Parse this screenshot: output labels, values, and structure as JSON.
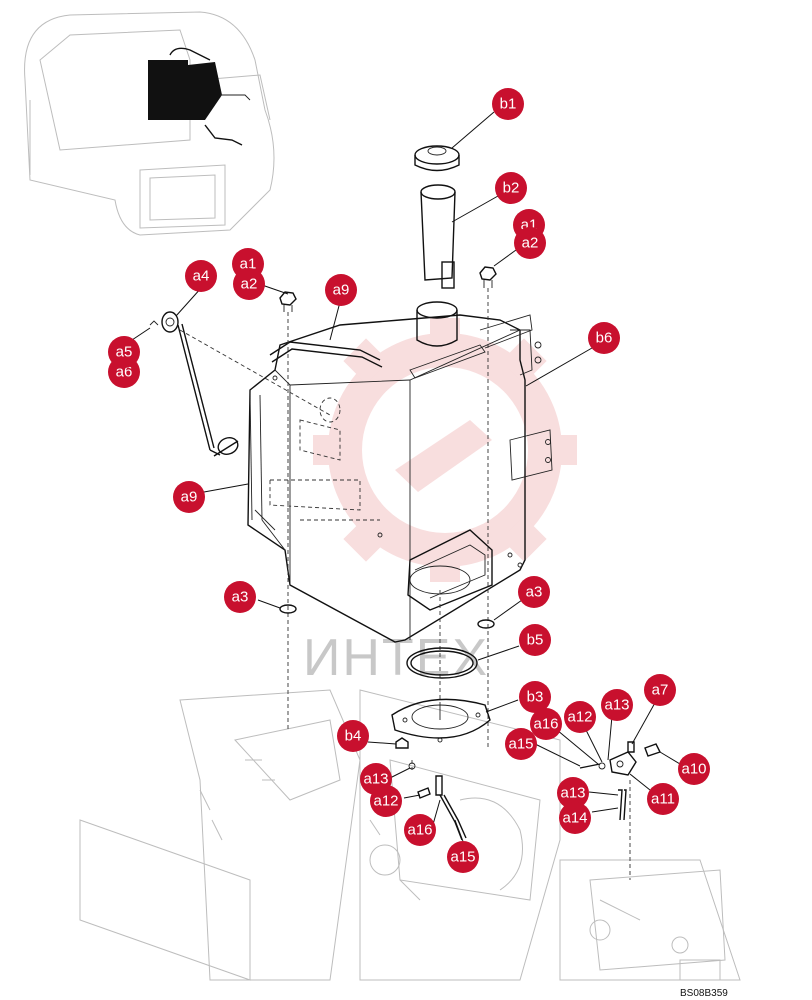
{
  "watermark": {
    "text": "ИНТЕХ"
  },
  "drawing_code": "BS08B359",
  "colors": {
    "callout": "#c8102e",
    "watermark_logo": "#f3c4c4",
    "line": "#111111"
  },
  "callouts": {
    "b1": "b1",
    "b2": "b2",
    "b3": "b3",
    "b4": "b4",
    "b5": "b5",
    "b6": "b6",
    "a1_right": "a1",
    "a2_right": "a2",
    "a1_left": "a1",
    "a2_left": "a2",
    "a4": "a4",
    "a5": "a5",
    "a6": "a6",
    "a9_top": "a9",
    "a9_left": "a9",
    "a3_left": "a3",
    "a3_right": "a3",
    "a7": "a7",
    "a10": "a10",
    "a11": "a11",
    "a12_right": "a12",
    "a13_right_top": "a13",
    "a16_right": "a16",
    "a15_right": "a15",
    "a13_right_bottom": "a13",
    "a14": "a14",
    "a13_center": "a13",
    "a12_center": "a12",
    "a16_center": "a16",
    "a15_center": "a15"
  }
}
